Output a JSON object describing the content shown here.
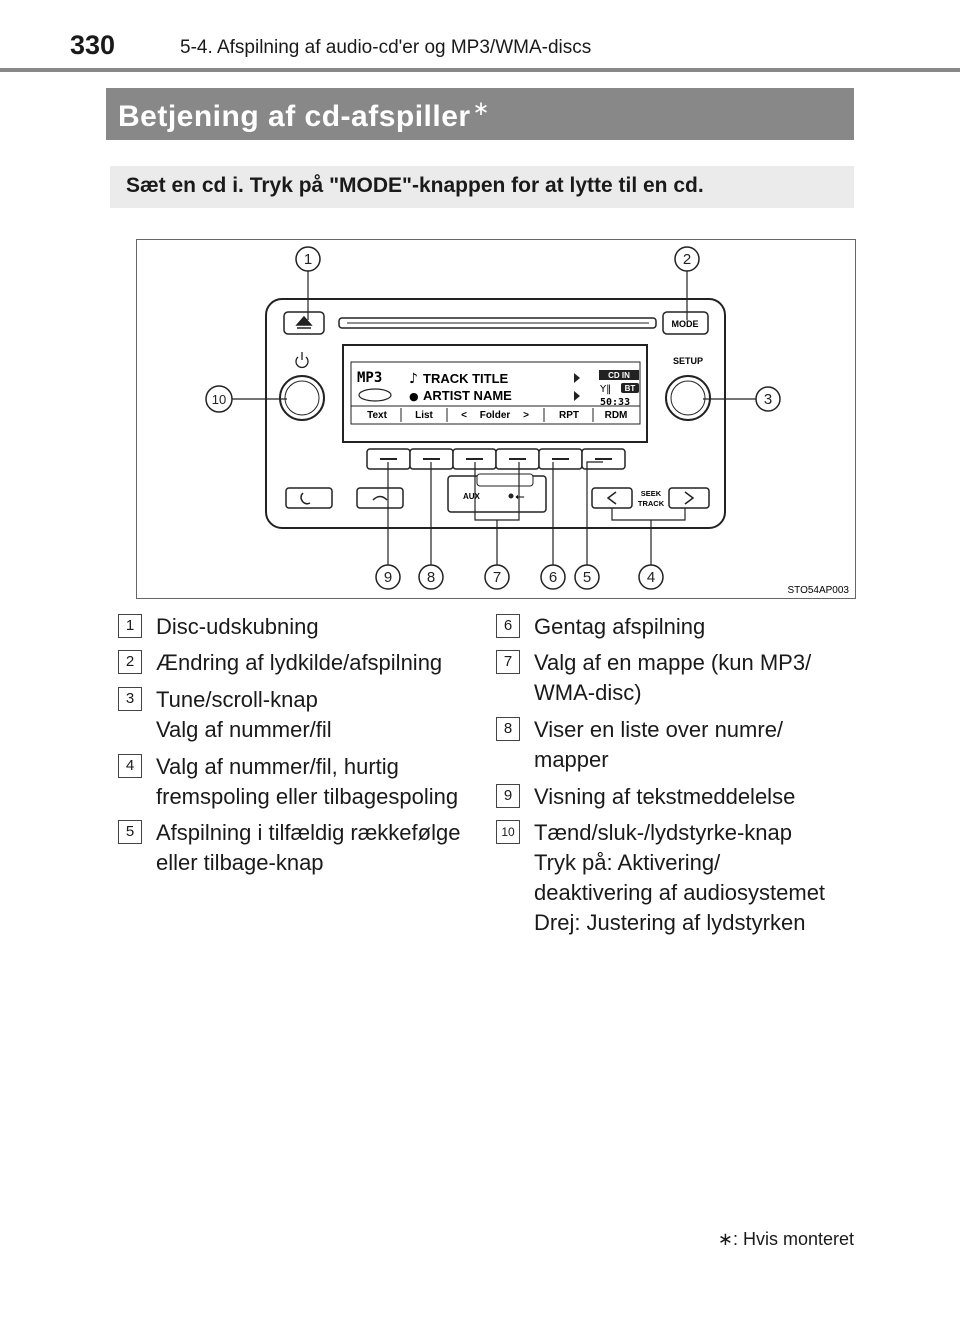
{
  "header": {
    "page_number": "330",
    "chapter": "5-4. Afspilning af audio-cd'er og MP3/WMA-discs"
  },
  "section": {
    "title": "Betjening af cd-afspiller",
    "marker": "∗"
  },
  "instruction": "Sæt en cd i. Tryk på \"MODE\"-knappen for at lytte til en cd.",
  "figure": {
    "code": "STO54AP003",
    "display": {
      "mode": "MP3",
      "track_title": "TRACK TITLE",
      "artist_name": "ARTIST NAME",
      "cd_in": "CD IN",
      "bt": "BT",
      "time": "50:33",
      "softkeys": [
        "Text",
        "List",
        "Folder",
        "RPT",
        "RDM"
      ]
    },
    "labels": {
      "mode": "MODE",
      "setup": "SETUP",
      "aux": "AUX",
      "seek": "SEEK",
      "track": "TRACK"
    },
    "callouts": [
      "1",
      "2",
      "3",
      "4",
      "5",
      "6",
      "7",
      "8",
      "9",
      "10"
    ]
  },
  "items": [
    {
      "num": "1",
      "lines": [
        "Disc-udskubning"
      ]
    },
    {
      "num": "2",
      "lines": [
        "Ændring af lydkilde/afspilning"
      ]
    },
    {
      "num": "3",
      "lines": [
        "Tune/scroll-knap",
        "Valg af nummer/fil"
      ]
    },
    {
      "num": "4",
      "lines": [
        "Valg af nummer/fil, hurtig",
        "fremspoling eller tilbagespoling"
      ]
    },
    {
      "num": "5",
      "lines": [
        "Afspilning i tilfældig rækkefølge",
        "eller tilbage-knap"
      ]
    },
    {
      "num": "6",
      "lines": [
        "Gentag afspilning"
      ]
    },
    {
      "num": "7",
      "lines": [
        "Valg af en mappe (kun MP3/",
        "WMA-disc)"
      ]
    },
    {
      "num": "8",
      "lines": [
        "Viser en liste over numre/",
        "mapper"
      ]
    },
    {
      "num": "9",
      "lines": [
        "Visning af tekstmeddelelse"
      ]
    },
    {
      "num": "10",
      "lines": [
        "Tænd/sluk-/lydstyrke-knap",
        "Tryk på: Aktivering/",
        "deaktivering af audiosystemet",
        "Drej: Justering af lydstyrken"
      ]
    }
  ],
  "footnote": "∗: Hvis monteret"
}
